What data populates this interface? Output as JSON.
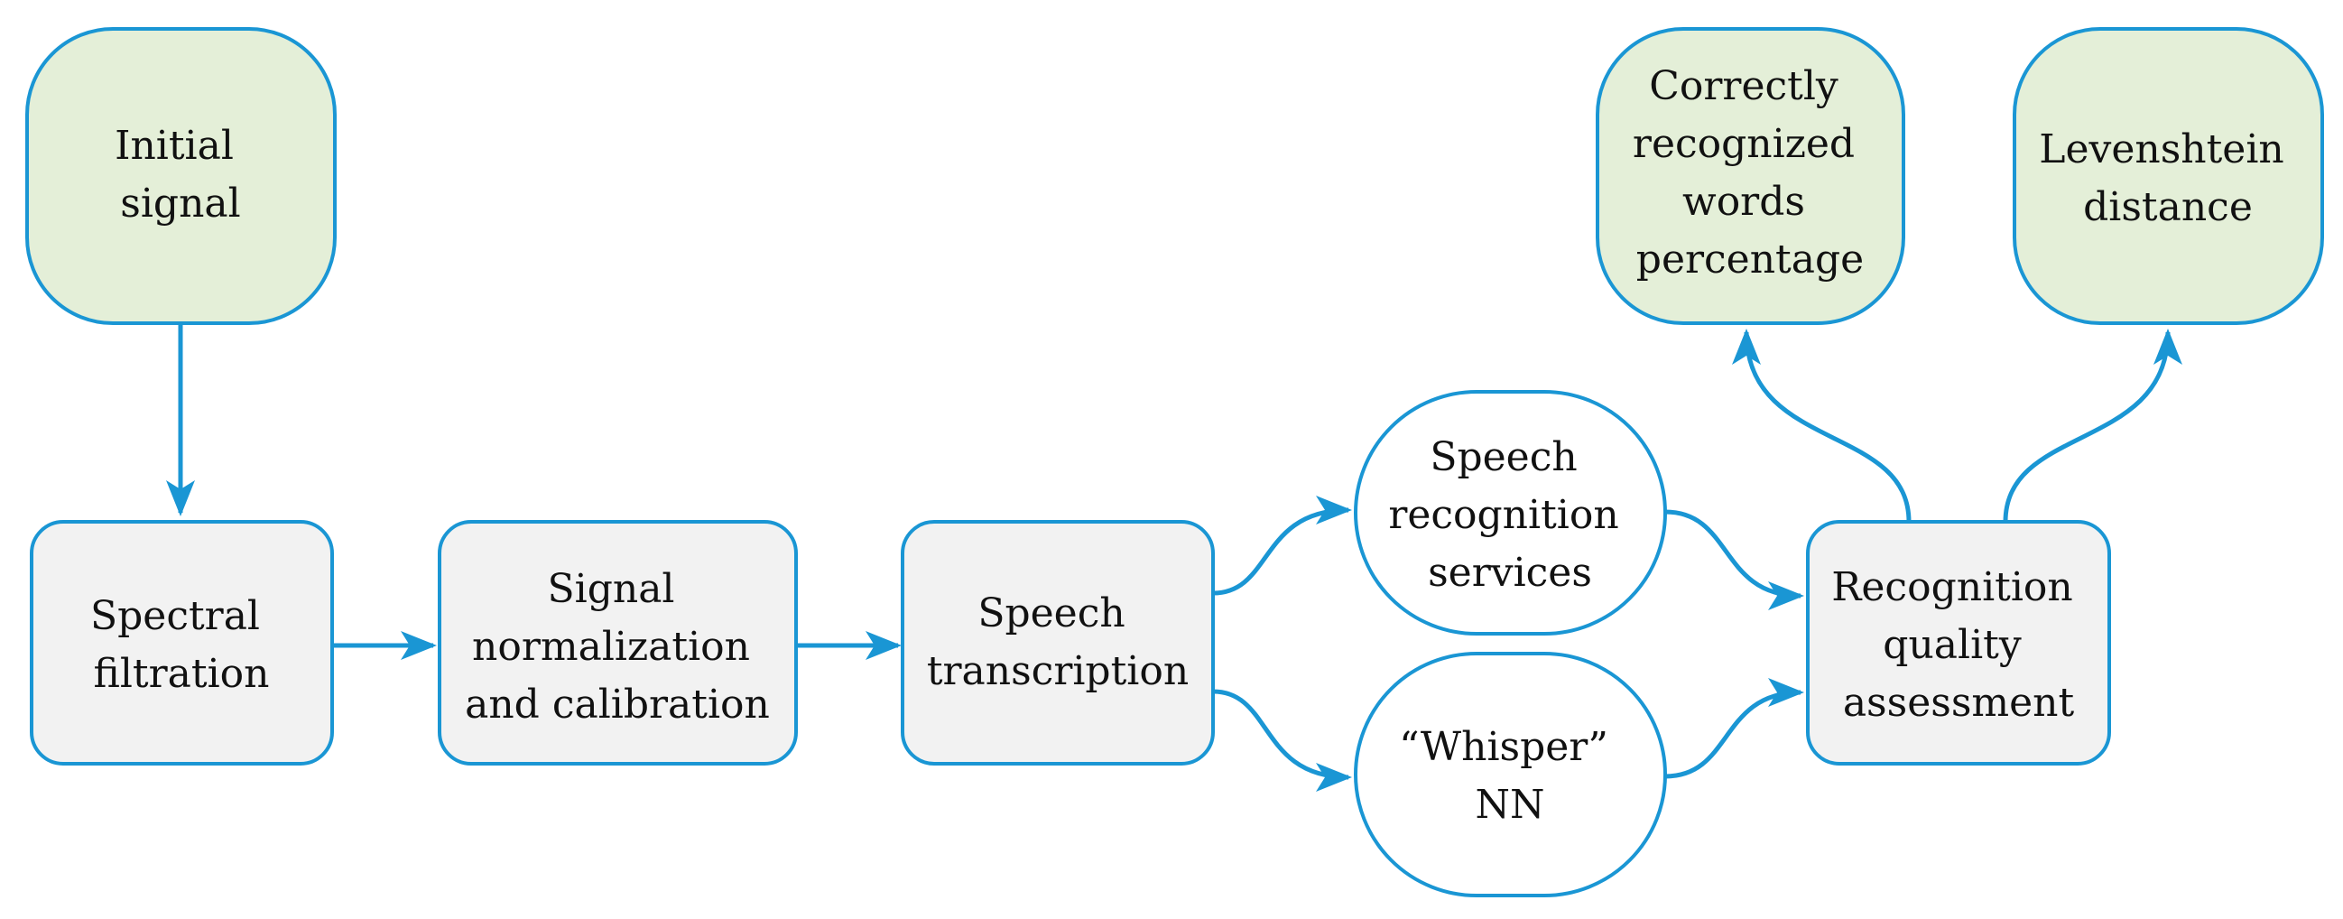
{
  "diagram": {
    "colors": {
      "line": "#1a96d4",
      "green_fill": "#e4efd8",
      "gray_fill": "#f2f2f2",
      "white_fill": "#ffffff",
      "text": "#111111"
    },
    "nodes": {
      "initial_signal": {
        "lines": [
          "Initial",
          "signal"
        ]
      },
      "spectral_filtration": {
        "lines": [
          "Spectral",
          "filtration"
        ]
      },
      "signal_normalization": {
        "lines": [
          "Signal",
          "normalization",
          "and calibration"
        ]
      },
      "speech_transcription": {
        "lines": [
          "Speech",
          "transcription"
        ]
      },
      "speech_recognition_services": {
        "lines": [
          "Speech",
          "recognition",
          "services"
        ]
      },
      "whisper_nn": {
        "lines": [
          "“Whisper”",
          "NN"
        ]
      },
      "recognition_quality": {
        "lines": [
          "Recognition",
          "quality",
          "assessment"
        ]
      },
      "correctly_recognized": {
        "lines": [
          "Correctly",
          "recognized",
          "words",
          "percentage"
        ]
      },
      "levenshtein_distance": {
        "lines": [
          "Levenshtein",
          "distance"
        ]
      }
    }
  }
}
